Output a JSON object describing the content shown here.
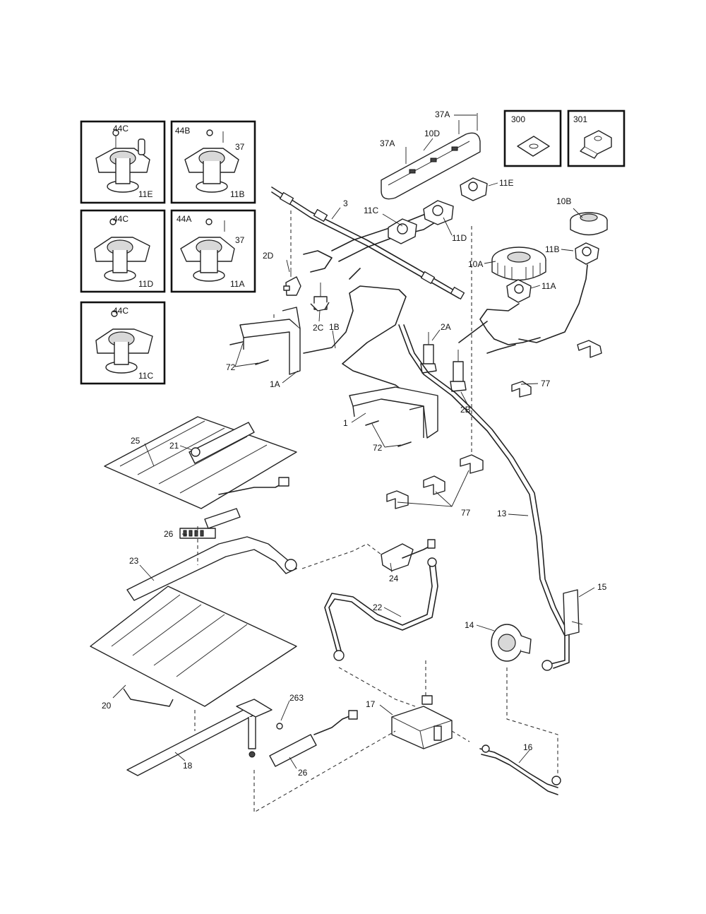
{
  "diagram": {
    "inset_callouts": [
      {
        "id": "inset-11e",
        "labels": [
          "44C",
          "11E"
        ]
      },
      {
        "id": "inset-11b",
        "labels": [
          "44B",
          "37",
          "11B"
        ]
      },
      {
        "id": "inset-11d",
        "labels": [
          "44C",
          "11D"
        ]
      },
      {
        "id": "inset-11a",
        "labels": [
          "44A",
          "37",
          "11A"
        ]
      },
      {
        "id": "inset-11c",
        "labels": [
          "44C",
          "11C"
        ]
      },
      {
        "id": "inset-300",
        "labels": [
          "300"
        ]
      },
      {
        "id": "inset-301",
        "labels": [
          "301"
        ]
      }
    ],
    "part_labels": [
      "37A",
      "37A",
      "10D",
      "11E",
      "3",
      "11C",
      "11D",
      "10B",
      "11B",
      "10A",
      "11A",
      "2D",
      "2C",
      "1B",
      "2A",
      "2B",
      "72",
      "1A",
      "77",
      "1",
      "72",
      "25",
      "21",
      "26",
      "77",
      "13",
      "23",
      "24",
      "15",
      "22",
      "14",
      "20",
      "263",
      "17",
      "16",
      "18",
      "26"
    ]
  }
}
